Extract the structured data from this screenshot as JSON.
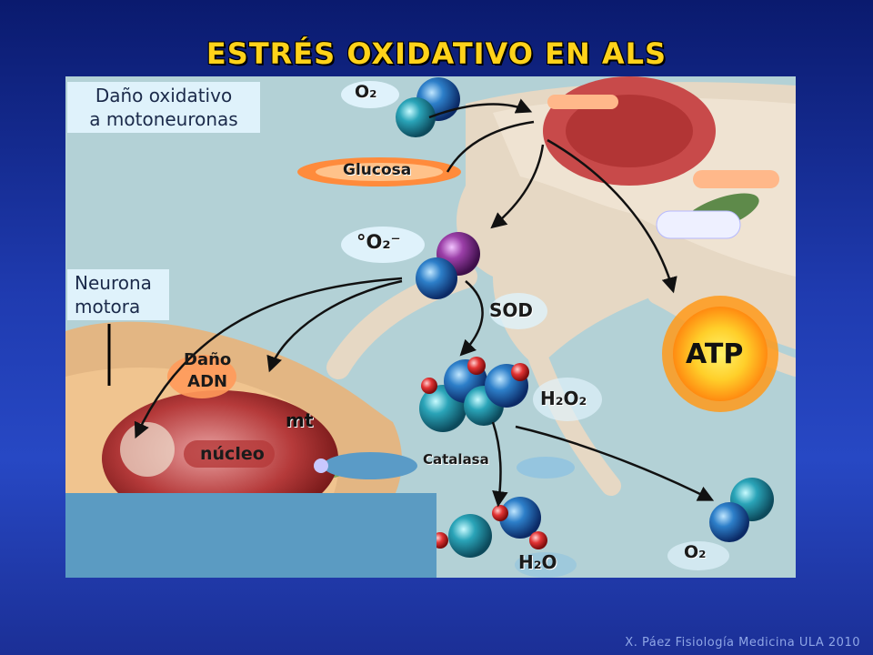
{
  "title": "ESTRÉS OXIDATIVO EN ALS",
  "footer": "X. Páez Fisiología Medicina ULA 2010",
  "boxes": {
    "damage": [
      "Daño oxidativo",
      "a motoneuronas"
    ],
    "neuron": [
      "Neurona",
      "motora"
    ]
  },
  "labels": {
    "o2_top": "O₂",
    "glucose": "Glucosa",
    "superoxide": "°O₂⁻",
    "sod": "SOD",
    "atp": "ATP",
    "dna_damage": [
      "Daño",
      "ADN"
    ],
    "h2o2": "H₂O₂",
    "mt": "mt",
    "nucleus": "núcleo",
    "catalase": "Catalasa",
    "h2o": "H₂O",
    "o2_bottom": "O₂"
  },
  "colors": {
    "title": "#ffd21a",
    "box_bg": "#dff2fb",
    "cell_bg": "#a9c8cf",
    "atp_sun": "#ffb81a"
  }
}
